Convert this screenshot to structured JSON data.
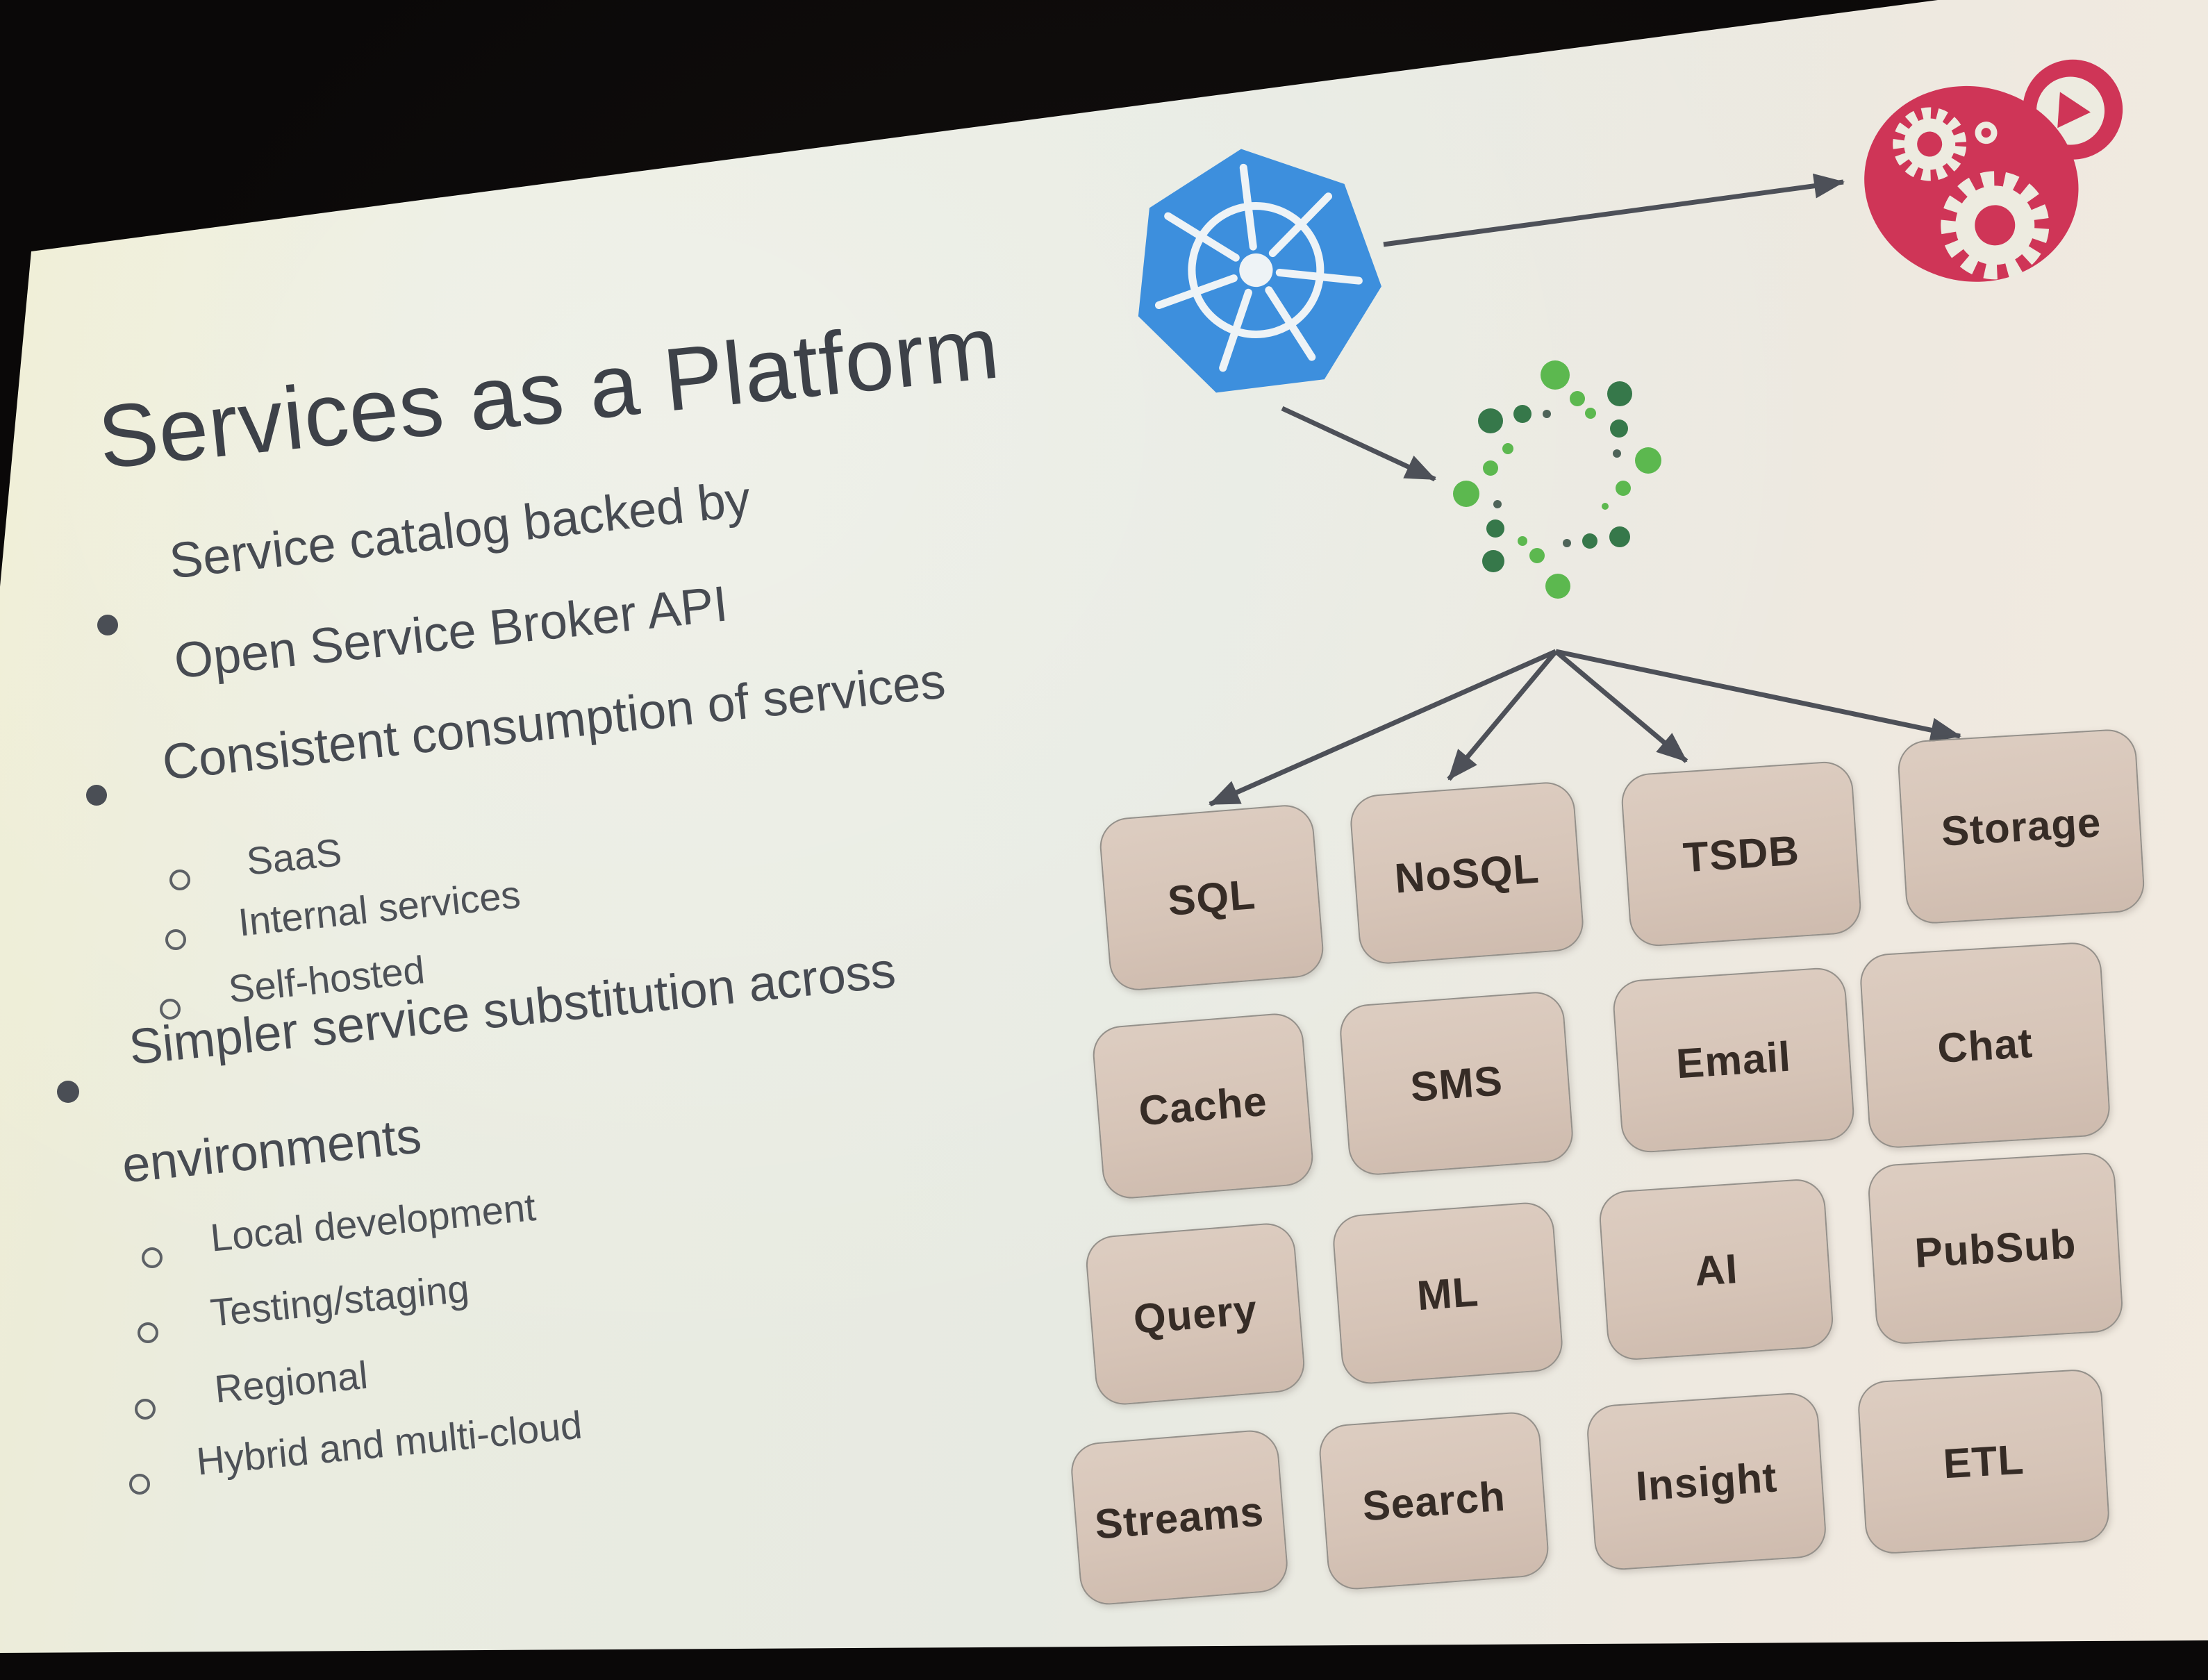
{
  "slide": {
    "title": "Services as a Platform",
    "bullets": [
      {
        "line1": "Service catalog backed by",
        "line2": "Open Service Broker API",
        "subs": []
      },
      {
        "line1": "Consistent consumption of services",
        "line2": "",
        "subs": [
          "SaaS",
          "Internal services",
          "Self-hosted"
        ]
      },
      {
        "line1": "Simpler service substitution across",
        "line2": "environments",
        "subs": [
          "Local development",
          "Testing/staging",
          "Regional",
          "Hybrid and multi-cloud"
        ]
      }
    ],
    "diagram": {
      "icons": {
        "kubernetes": "kubernetes-logo",
        "service_broker": "open-service-broker-api-dots-logo",
        "automation": "red-gears-play-logo"
      },
      "services": [
        [
          "SQL",
          "NoSQL",
          "TSDB",
          "Storage"
        ],
        [
          "Cache",
          "SMS",
          "Email",
          "Chat"
        ],
        [
          "Query",
          "ML",
          "AI",
          "PubSub"
        ],
        [
          "Streams",
          "Search",
          "Insight",
          "ETL"
        ]
      ]
    },
    "colors": {
      "kubernetes_blue": "#3d8fdd",
      "broker_green_light": "#5cb84f",
      "broker_green_dark": "#36784a",
      "logo_red": "#cf3557",
      "arrow": "#4d5058",
      "service_box_fill": "#d6c4b7"
    }
  }
}
